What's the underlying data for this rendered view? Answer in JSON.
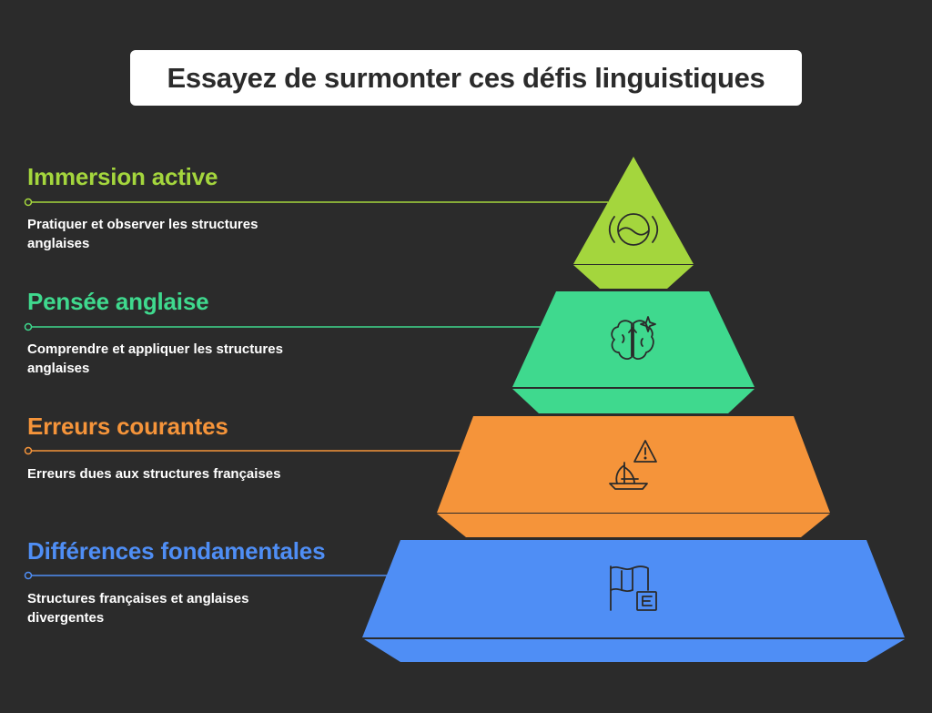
{
  "title": "Essayez de surmonter ces défis linguistiques",
  "levels": [
    {
      "title": "Immersion active",
      "description": "Pratiquer et observer les structures anglaises",
      "color": "#a4d63d",
      "icon": "wave-circle-icon"
    },
    {
      "title": "Pensée anglaise",
      "description": "Comprendre et appliquer les structures anglaises",
      "color": "#3fd98e",
      "icon": "brain-sparkle-icon"
    },
    {
      "title": "Erreurs courantes",
      "description": "Erreurs dues aux structures françaises",
      "color": "#f5943a",
      "icon": "warning-ship-icon"
    },
    {
      "title": "Différences fondamentales",
      "description": "Structures françaises et anglaises divergentes",
      "color": "#4f8ef5",
      "icon": "flag-e-icon"
    }
  ]
}
